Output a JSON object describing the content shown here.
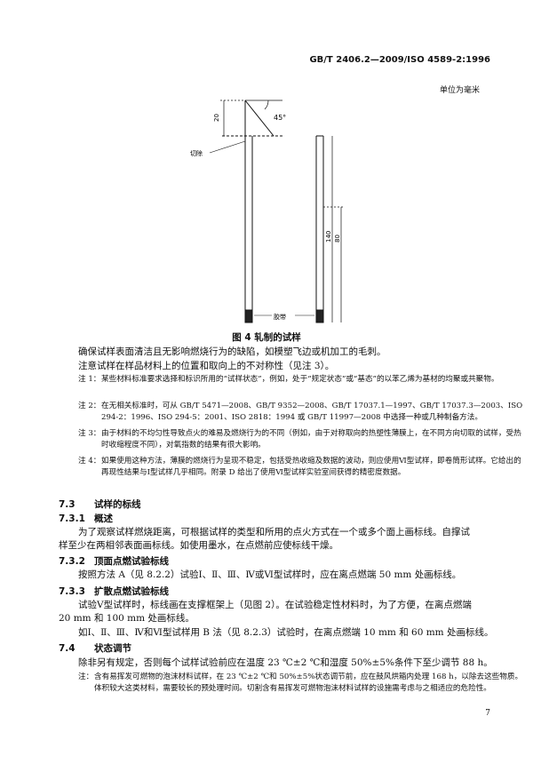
{
  "header": "GB/T 2406.2—2009/ISO 4589-2:1996",
  "unit_note": "单位为毫米",
  "figure": {
    "caption": "图 4  轧制的试样",
    "dim_20": "20",
    "dim_angle": "45°",
    "dim_140": "140",
    "dim_80": "80",
    "label_cut": "切除",
    "label_tape": "胶带"
  },
  "paragraphs": {
    "p1": "确保试样表面清洁且无影响燃烧行为的缺陷，如模塑飞边或机加工的毛刺。",
    "p2": "注意试样在样品材料上的位置和取向上的不对称性（见注 3）。"
  },
  "notes": [
    {
      "label": "注 1：",
      "text": "某些材料标准要求选择和标识所用的“试样状态”，例如，处于“规定状态”或“基态”的以苯乙烯为基材的均聚或共聚物。"
    },
    {
      "label": "注 2：",
      "text": "在无相关标准时，可从 GB/T 5471—2008、GB/T 9352—2008、GB/T 17037.1—1997、GB/T 17037.3—2003、ISO 294-2：1996、ISO 294-5：2001、ISO 2818：1994 或 GB/T 11997—2008 中选择一种或几种制备方法。"
    },
    {
      "label": "注 3：",
      "text": "由于材料的不均匀性导致点火的难易及燃烧行为的不同（例如，由于对称取向的热塑性薄膜上，在不同方向切取的试样，受热时收缩程度不同），对氧指数的结果有很大影响。"
    },
    {
      "label": "注 4：",
      "text": "如果使用这种方法，薄膜的燃烧行为呈现不稳定，包括受热收缩及数据的波动，则应使用Ⅵ型试样，即卷筒形试样。它给出的再现性结果与Ⅰ型试样几乎相同。附录 D 给出了使用Ⅵ型试样实验室间获得的精密度数据。"
    }
  ],
  "sections": {
    "s73": {
      "num": "7.3",
      "title": "试样的标线"
    },
    "s731": {
      "num": "7.3.1",
      "title": "概述"
    },
    "s731_text": [
      "为了观察试样燃烧距离，可根据试样的类型和所用的点火方式在一个或多个面上画标线。自撑试",
      "样至少在两相邻表面画标线。如使用墨水，在点燃前应使标线干燥。"
    ],
    "s732": {
      "num": "7.3.2",
      "title": "顶面点燃试验标线"
    },
    "s732_text": "按照方法 A（见 8.2.2）试验Ⅰ、Ⅱ、Ⅲ、Ⅳ或Ⅵ型试样时，应在离点燃端 50 mm 处画标线。",
    "s733": {
      "num": "7.3.3",
      "title": "扩散点燃试验标线"
    },
    "s733_text": [
      "试验Ⅴ型试样时，标线画在支撑框架上（见图 2）。在试验稳定性材料时，为了方便，在离点燃端",
      "20 mm 和 100 mm 处画标线。",
      "如Ⅰ、Ⅱ、Ⅲ、Ⅳ和Ⅵ型试样用 B 法（见 8.2.3）试验时，在离点燃端 10 mm 和 60 mm 处画标线。"
    ],
    "s74": {
      "num": "7.4",
      "title": "状态调节"
    },
    "s74_text": "除非另有规定，否则每个试样试验前应在温度 23 ℃±2 ℃和湿度 50%±5%条件下至少调节 88 h。",
    "s74_note": {
      "label": "注：",
      "text": "含有易挥发可燃物的泡沫材料试样，在 23 ℃±2 ℃和 50%±5%状态调节前，应在鼓风烘箱内处理 168 h，以除去这些物质。体积较大这类材料，需要较长的预处理时间。切割含有易挥发可燃物泡沫材料试样的设施需考虑与之相适应的危险性。"
    }
  },
  "page_number": "7"
}
